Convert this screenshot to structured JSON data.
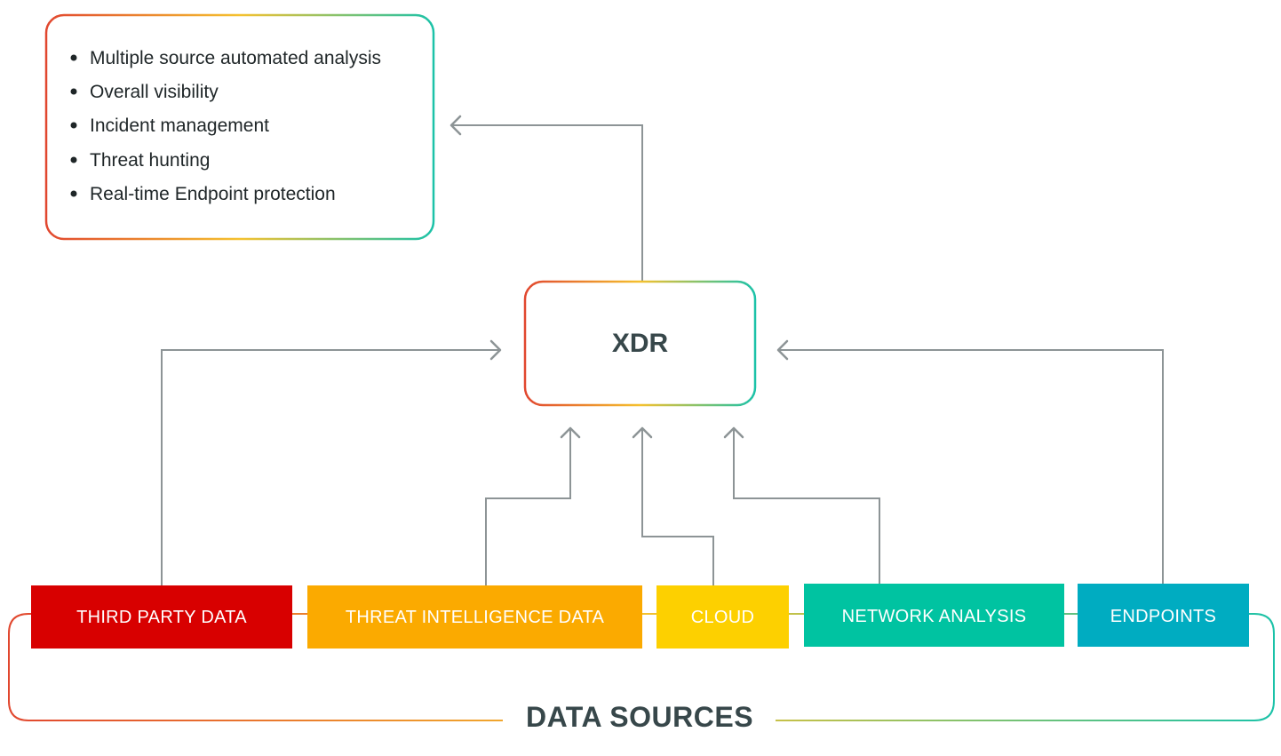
{
  "features": {
    "items": [
      "Multiple source automated analysis",
      "Overall visibility",
      "Incident management",
      "Threat hunting",
      "Real-time Endpoint protection"
    ]
  },
  "hub": {
    "label": "XDR"
  },
  "sources": [
    {
      "label": "THIRD PARTY DATA",
      "color": "#d80000"
    },
    {
      "label": "THREAT INTELLIGENCE DATA",
      "color": "#fbaa00"
    },
    {
      "label": "CLOUD",
      "color": "#fdd000"
    },
    {
      "label": "NETWORK ANALYSIS",
      "color": "#00c3a1"
    },
    {
      "label": "ENDPOINTS",
      "color": "#00acc1"
    }
  ],
  "footer": {
    "label": "DATA SOURCES"
  },
  "colors": {
    "gradient_start": "#e1472f",
    "gradient_mid": "#f5c12e",
    "gradient_end": "#1bc2a8",
    "connector": "#8d9496"
  }
}
